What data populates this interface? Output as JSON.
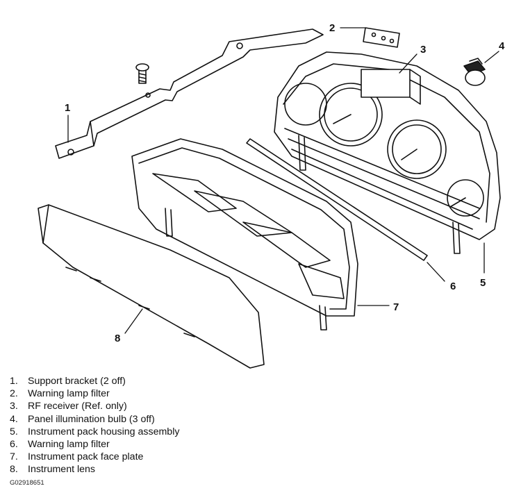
{
  "callouts": [
    {
      "id": "1",
      "label": "1"
    },
    {
      "id": "2",
      "label": "2"
    },
    {
      "id": "3",
      "label": "3"
    },
    {
      "id": "4",
      "label": "4"
    },
    {
      "id": "5",
      "label": "5"
    },
    {
      "id": "6",
      "label": "6"
    },
    {
      "id": "7",
      "label": "7"
    },
    {
      "id": "8",
      "label": "8"
    }
  ],
  "legend": [
    {
      "num": "1.",
      "text": "Support bracket (2 off)"
    },
    {
      "num": "2.",
      "text": "Warning lamp filter"
    },
    {
      "num": "3.",
      "text": "RF receiver (Ref. only)"
    },
    {
      "num": "4.",
      "text": "Panel illumination bulb (3 off)"
    },
    {
      "num": "5.",
      "text": "Instrument pack housing assembly"
    },
    {
      "num": "6.",
      "text": "Warning lamp filter"
    },
    {
      "num": "7.",
      "text": "Instrument pack face plate"
    },
    {
      "num": "8.",
      "text": "Instrument lens"
    }
  ],
  "figure_code": "G02918651"
}
